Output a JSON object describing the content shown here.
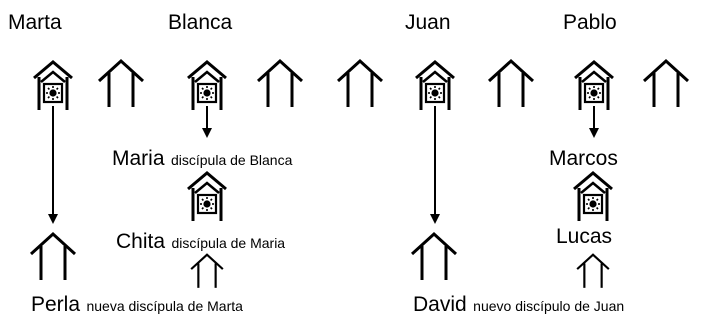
{
  "top_names": [
    "Marta",
    "Blanca",
    "Juan",
    "Pablo"
  ],
  "maria": {
    "name": "Maria",
    "note": "discípula de Blanca"
  },
  "chita": {
    "name": "Chita",
    "note": "discípula de Maria"
  },
  "marcos": {
    "name": "Marcos"
  },
  "lucas": {
    "name": "Lucas"
  },
  "perla": {
    "name": "Perla",
    "note": "nueva discípula de Marta"
  },
  "david": {
    "name": "David",
    "note": "nuevo discípulo de Juan"
  },
  "icons": {
    "house": "house-icon",
    "house_sun": "house-with-sun-icon"
  },
  "colors": {
    "ink": "#000000",
    "background": "#ffffff"
  }
}
